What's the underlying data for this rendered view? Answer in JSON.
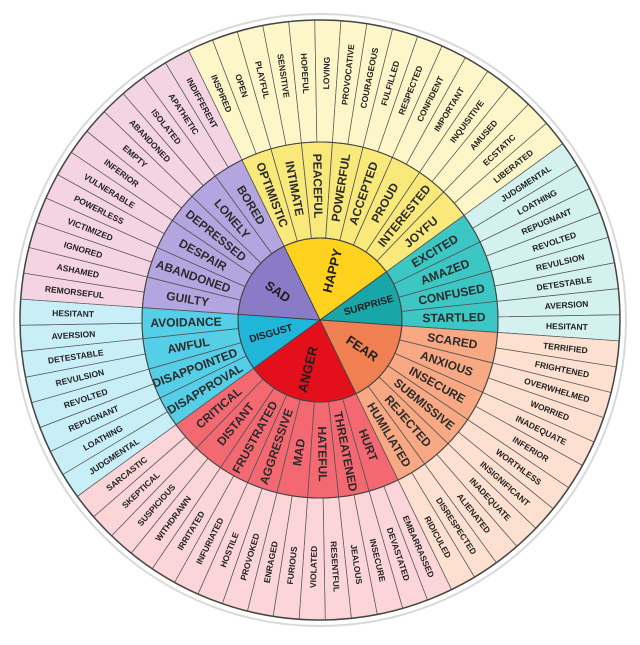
{
  "wheel": {
    "title": "",
    "rotation_deg": -26,
    "core": [
      {
        "label": "HAPPY",
        "color": "#ffd21f",
        "mid_color": "#f9e97a",
        "outer_color": "#fdf6c8",
        "children": [
          {
            "label": "OPTIMISTIC",
            "leaves": [
              "INSPIRED",
              "OPEN"
            ]
          },
          {
            "label": "INTIMATE",
            "leaves": [
              "PLAYFUL",
              "SENSITIVE"
            ]
          },
          {
            "label": "PEACEFUL",
            "leaves": [
              "HOPEFUL",
              "LOVING"
            ]
          },
          {
            "label": "POWERFUL",
            "leaves": [
              "PROVOCATIVE",
              "COURAGEOUS"
            ]
          },
          {
            "label": "ACCEPTED",
            "leaves": [
              "FULFILLED",
              "RESPECTED"
            ]
          },
          {
            "label": "PROUD",
            "leaves": [
              "CONFIDENT",
              "IMPORTANT"
            ]
          },
          {
            "label": "INTERESTED",
            "leaves": [
              "INQUISITIVE",
              "AMUSED"
            ]
          },
          {
            "label": "JOYFU",
            "leaves": [
              "ECSTATIC",
              "LIBERATED"
            ]
          }
        ]
      },
      {
        "label": "SURPRISE",
        "color": "#19a6a8",
        "mid_color": "#3cc6c4",
        "outer_color": "#d3f1ee",
        "children": [
          {
            "label": "EXCITED",
            "leaves": [
              "JUDGMENTAL",
              "LOATHING"
            ]
          },
          {
            "label": "AMAZED",
            "leaves": [
              "REPUGNANT",
              "REVOLTED"
            ]
          },
          {
            "label": "CONFUSED",
            "leaves": [
              "REVULSION",
              "DETESTABLE"
            ]
          },
          {
            "label": "STARTLED",
            "leaves": [
              "AVERSION",
              "HESITANT"
            ]
          }
        ]
      },
      {
        "label": "FEAR",
        "color": "#f07f52",
        "mid_color": "#f8a984",
        "outer_color": "#fde0cf",
        "children": [
          {
            "label": "SCARED",
            "leaves": [
              "TERRIFIED",
              "FRIGHTENED"
            ]
          },
          {
            "label": "ANXIOUS",
            "leaves": [
              "OVERWHELMED",
              "WORRIED"
            ]
          },
          {
            "label": "INSECURE",
            "leaves": [
              "INADEQUATE",
              "INFERIOR"
            ]
          },
          {
            "label": "SUBMISSIVE",
            "leaves": [
              "WORTHLESS",
              "INSIGNIFICANT"
            ]
          },
          {
            "label": "REJECTED",
            "leaves": [
              "INADEQUATE",
              "ALIENATED"
            ]
          },
          {
            "label": "HUMILIATED",
            "leaves": [
              "DISRESPECTED",
              "RIDICULED"
            ]
          }
        ]
      },
      {
        "label": "ANGER",
        "color": "#e3101c",
        "mid_color": "#f46872",
        "outer_color": "#fbd5d8",
        "children": [
          {
            "label": "HURT",
            "leaves": [
              "EMBARRASSED",
              "DEVASTATED"
            ]
          },
          {
            "label": "THREATENED",
            "leaves": [
              "INSECURE",
              "JEALOUS"
            ]
          },
          {
            "label": "HATEFUL",
            "leaves": [
              "RESENTFUL",
              "VIOLATED"
            ]
          },
          {
            "label": "MAD",
            "leaves": [
              "FURIOUS",
              "ENRAGED"
            ]
          },
          {
            "label": "AGGRESSIVE",
            "leaves": [
              "PROVOKED",
              "HOSTILE"
            ]
          },
          {
            "label": "FRUSTRATED",
            "leaves": [
              "INFURIATED",
              "IRRITATED"
            ]
          },
          {
            "label": "DISTANT",
            "leaves": [
              "WITHDRAWN",
              "SUSPICIOUS"
            ]
          },
          {
            "label": "CRITICAL",
            "leaves": [
              "SKEPTICAL",
              "SARCASTIC"
            ]
          }
        ]
      },
      {
        "label": "DISGUST",
        "color": "#1fb6d9",
        "mid_color": "#55cfe8",
        "outer_color": "#c8eef7",
        "children": [
          {
            "label": "DISAPPROVAL",
            "leaves": [
              "JUDGMENTAL",
              "LOATHING"
            ]
          },
          {
            "label": "DISAPPOINTED",
            "leaves": [
              "REPUGNANT",
              "REVOLTED"
            ]
          },
          {
            "label": "AWFUL",
            "leaves": [
              "REVULSION",
              "DETESTABLE"
            ]
          },
          {
            "label": "AVOIDANCE",
            "leaves": [
              "AVERSION",
              "HESITANT"
            ]
          }
        ]
      },
      {
        "label": "SAD",
        "color": "#8a7bc7",
        "mid_color": "#b3a6e0",
        "outer_color": "#f4d3e3",
        "children": [
          {
            "label": "GUILTY",
            "leaves": [
              "REMORSEFUL",
              "ASHAMED"
            ]
          },
          {
            "label": "ABANDONED",
            "leaves": [
              "IGNORED",
              "VICTIMIZED"
            ]
          },
          {
            "label": "DESPAIR",
            "leaves": [
              "POWERLESS",
              "VULNERABLE"
            ]
          },
          {
            "label": "DEPRESSED",
            "leaves": [
              "INFERIOR",
              "EMPTY"
            ]
          },
          {
            "label": "LONELY",
            "leaves": [
              "ABANDONED",
              "ISOLATED"
            ]
          },
          {
            "label": "BORED",
            "leaves": [
              "APATHETIC",
              "INDIFFERENT"
            ]
          }
        ]
      }
    ]
  }
}
